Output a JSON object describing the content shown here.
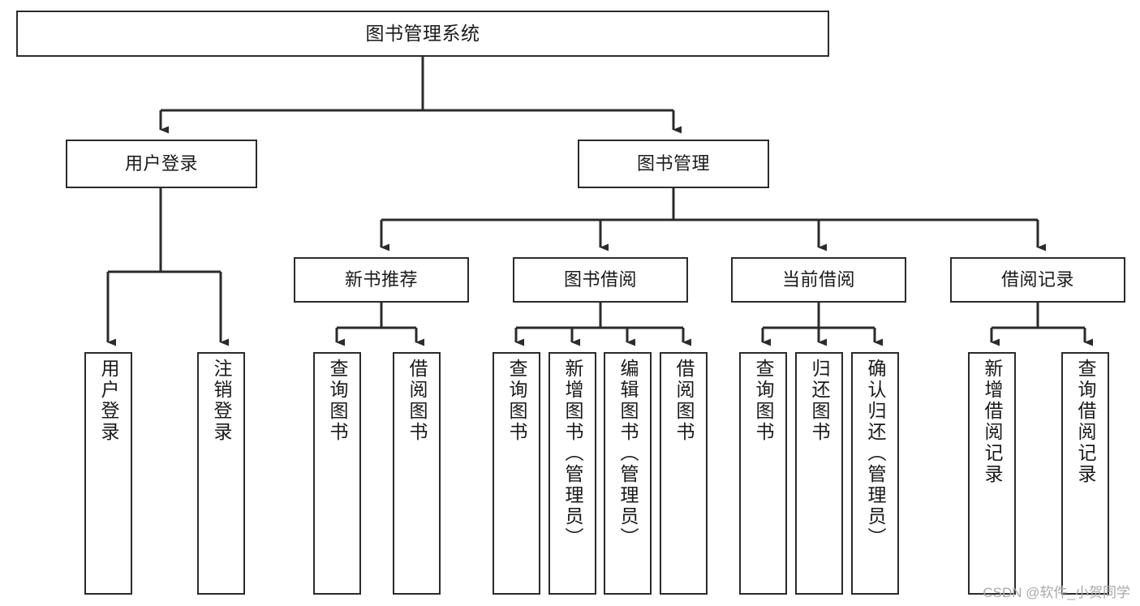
{
  "diagram": {
    "type": "tree-hierarchy-diagram",
    "title": "图书管理系统",
    "line_color": "#2b2b2b",
    "box_fill": "#ffffff",
    "text_color": "#1a1a1a",
    "root": {
      "label": "图书管理系统"
    },
    "level2": [
      {
        "label": "用户登录"
      },
      {
        "label": "图书管理"
      }
    ],
    "level3": [
      {
        "label": "新书推荐"
      },
      {
        "label": "图书借阅"
      },
      {
        "label": "当前借阅"
      },
      {
        "label": "借阅记录"
      }
    ],
    "leaves": {
      "user_login": [
        {
          "label": "用户登录"
        },
        {
          "label": "注销登录"
        }
      ],
      "new_book_recommend": [
        {
          "label": "查询图书"
        },
        {
          "label": "借阅图书"
        }
      ],
      "book_borrow": [
        {
          "label": "查询图书"
        },
        {
          "label": "新增图书（管理员）"
        },
        {
          "label": "编辑图书（管理员）"
        },
        {
          "label": "借阅图书"
        }
      ],
      "current_borrow": [
        {
          "label": "查询图书"
        },
        {
          "label": "归还图书"
        },
        {
          "label": "确认归还（管理员）"
        }
      ],
      "borrow_record": [
        {
          "label": "新增借阅记录"
        },
        {
          "label": "查询借阅记录"
        }
      ]
    }
  },
  "watermark": {
    "text": "CSDN @软件_小贺同学"
  }
}
